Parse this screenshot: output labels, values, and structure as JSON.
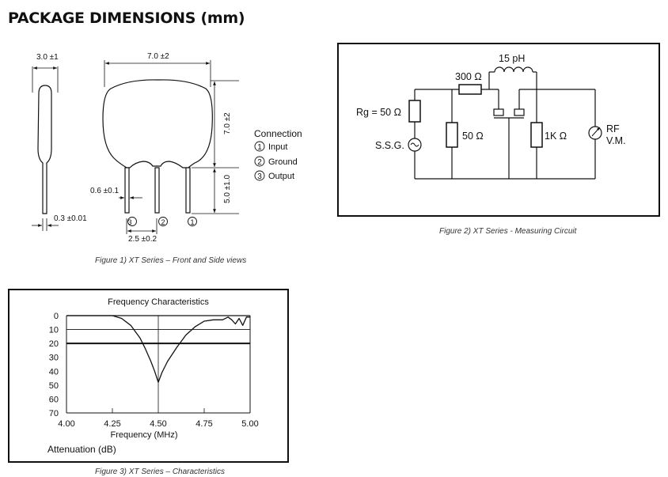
{
  "page": {
    "title": "PACKAGE DIMENSIONS (mm)"
  },
  "figure1": {
    "dims": {
      "side_width": "3.0 ±1",
      "front_width": "7.0 ±2",
      "body_height": "7.0 ±2",
      "lead_length": "5.0 ±1.0",
      "lead_width": "0.6 ±0.1",
      "lead_thickness": "0.3 ±0.01",
      "pitch": "2.5 ±0.2"
    },
    "connection": {
      "title": "Connection",
      "items": [
        {
          "num": "1",
          "label": "Input"
        },
        {
          "num": "2",
          "label": "Ground"
        },
        {
          "num": "3",
          "label": "Output"
        }
      ]
    },
    "pin_labels": [
      "3",
      "2",
      "1"
    ],
    "caption": "Figure 1) XT Series – Front and Side views"
  },
  "figure2": {
    "labels": {
      "inductor": "15 pH",
      "series_r": "300 Ω",
      "rg": "Rg = 50 Ω",
      "ssg": "S.S.G.",
      "load_50": "50 Ω",
      "load_1k": "1K Ω",
      "rf": "RF",
      "vm": "V.M."
    },
    "caption": "Figure 2) XT Series - Measuring Circuit"
  },
  "figure3": {
    "caption": "Figure 3) XT Series – Characteristics"
  },
  "chart_data": {
    "type": "line",
    "title": "Frequency Characteristics",
    "xlabel": "Frequency (MHz)",
    "ylabel": "Attenuation (dB)",
    "xlim": [
      4.0,
      5.0
    ],
    "ylim": [
      0,
      70
    ],
    "y_inverted": true,
    "x_ticks": [
      "4.00",
      "4.25",
      "4.50",
      "4.75",
      "5.00"
    ],
    "y_ticks": [
      "0",
      "10",
      "20",
      "30",
      "40",
      "50",
      "60",
      "70"
    ],
    "grid": "horizontal at 0, 10 and 20 dB (20 dB line bold)",
    "series": [
      {
        "x": [
          4.0,
          4.1,
          4.25,
          4.3,
          4.35,
          4.4,
          4.43,
          4.46,
          4.48,
          4.5,
          4.52,
          4.55,
          4.6,
          4.65,
          4.7,
          4.75,
          4.8,
          4.85,
          4.88,
          4.9,
          4.92,
          4.94,
          4.96,
          4.98,
          5.0
        ],
        "y": [
          0,
          0,
          0,
          2,
          7,
          16,
          24,
          33,
          40,
          48,
          41,
          33,
          23,
          14,
          8,
          4,
          3,
          3,
          1,
          3,
          6,
          2,
          7,
          1,
          1
        ]
      }
    ]
  }
}
